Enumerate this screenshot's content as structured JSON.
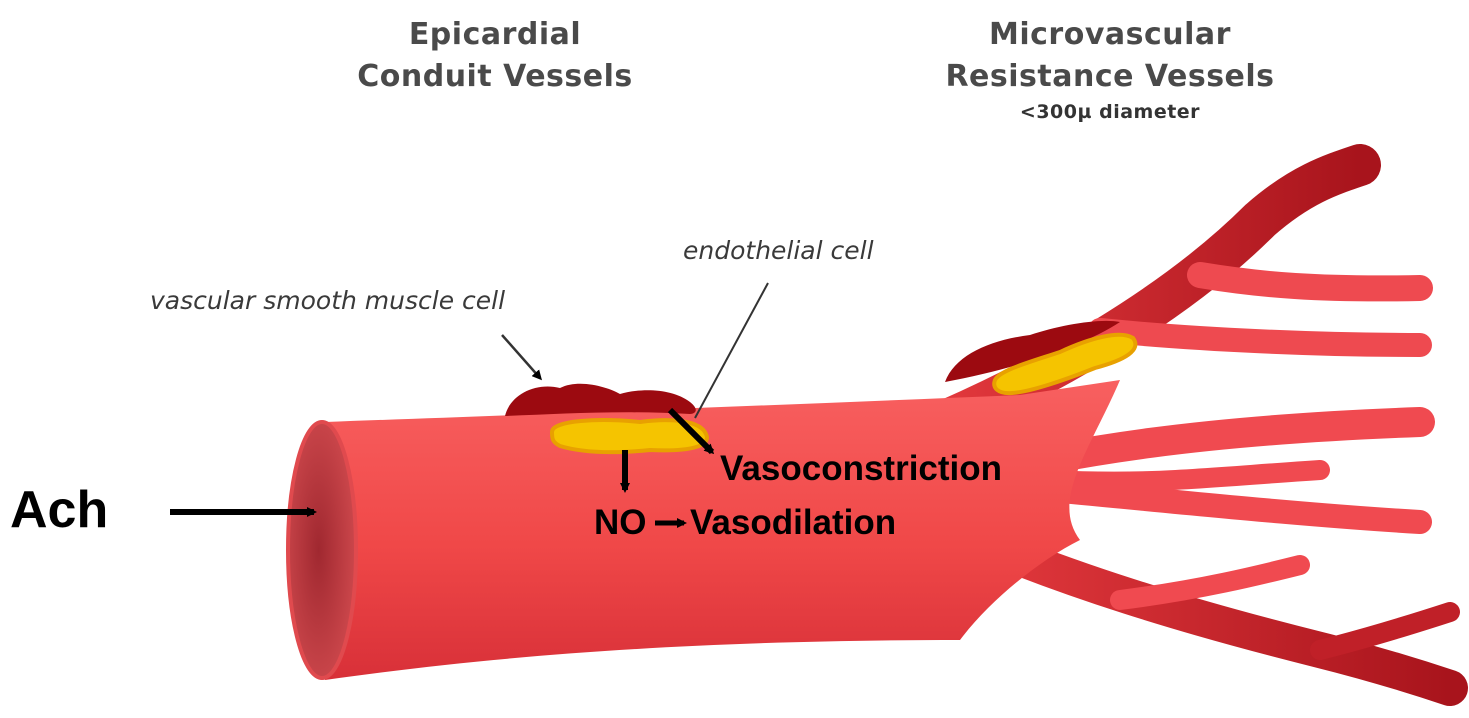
{
  "headings": {
    "epicardial": {
      "line1": "Epicardial",
      "line2": "Conduit Vessels"
    },
    "microvascular": {
      "line1": "Microvascular",
      "line2": "Resistance Vessels",
      "sub": "<300µ diameter"
    }
  },
  "callouts": {
    "smooth_muscle": "vascular smooth muscle cell",
    "endothelial": "endothelial cell"
  },
  "labels": {
    "ach": "Ach",
    "vasoconstriction": "Vasoconstriction",
    "no": "NO",
    "vasodilation": "Vasodilation"
  },
  "colors": {
    "vessel": "#f04848",
    "vessel_dark": "#b0141c",
    "muscle_cell": "#9c0a10",
    "endothelial_cell": "#f5c400",
    "arrow": "#000000"
  }
}
